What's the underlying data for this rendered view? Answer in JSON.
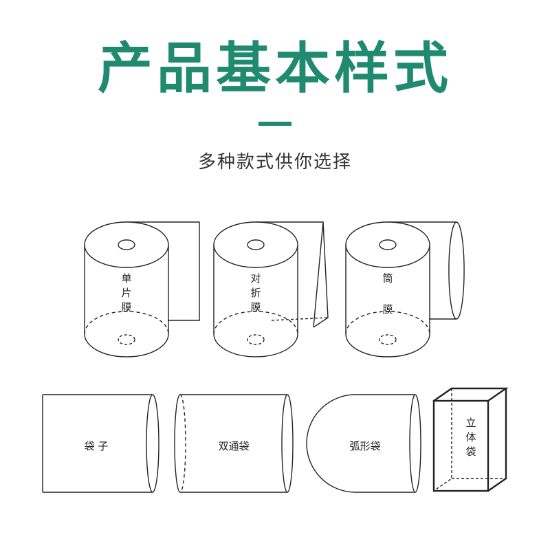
{
  "title": "产品基本样式",
  "subtitle": "多种款式供你选择",
  "colors": {
    "accent": "#1f8a70",
    "line": "#222222"
  },
  "rolls": [
    {
      "label_lines": [
        "单",
        "片",
        "膜"
      ]
    },
    {
      "label_lines": [
        "对",
        "折",
        "膜"
      ]
    },
    {
      "label_lines": [
        "筒",
        "膜"
      ]
    }
  ],
  "bags": [
    {
      "label": "袋 子"
    },
    {
      "label": "双通袋"
    },
    {
      "label": "弧形袋"
    },
    {
      "label_lines": [
        "立",
        "体",
        "袋"
      ]
    }
  ]
}
